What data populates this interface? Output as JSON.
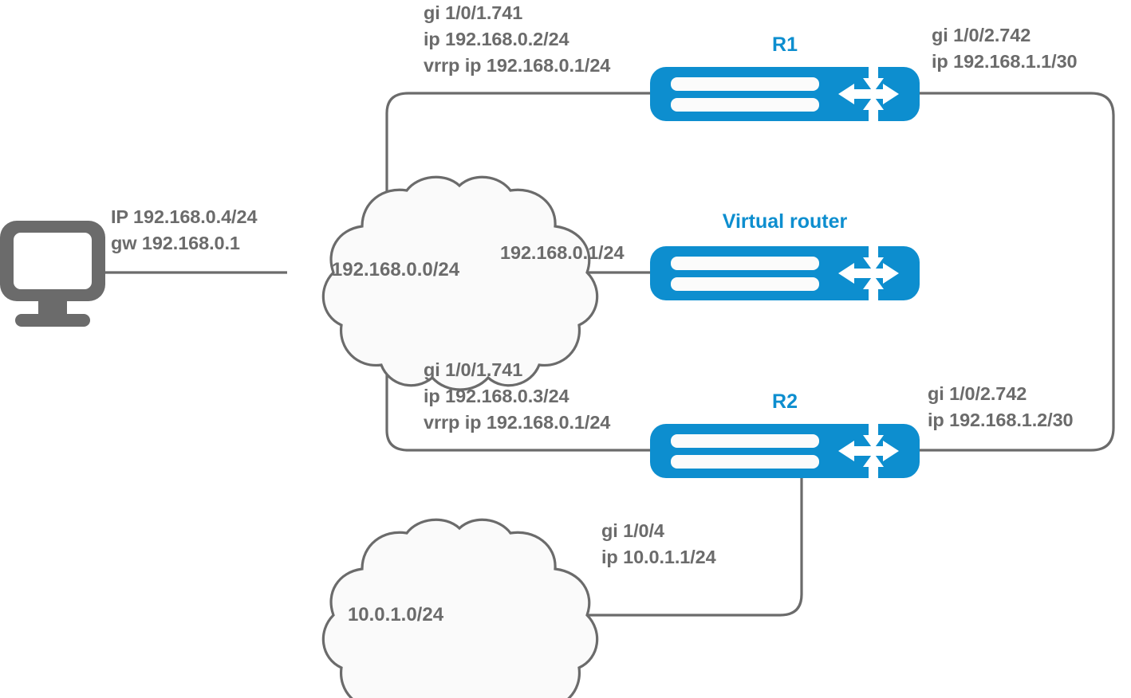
{
  "diagram": {
    "title": "VRRP network topology diagram",
    "colors": {
      "router_blue": "#0d8ecf",
      "line_gray": "#6b6b6b",
      "text_gray": "#6b6b6b",
      "cloud_fill": "#fafafa",
      "background": "#ffffff"
    }
  },
  "nodes": {
    "host": {
      "icon": "monitor-icon",
      "label_line1": "IP 192.168.0.4/24",
      "label_line2": "gw 192.168.0.1"
    },
    "cloud_lan": {
      "icon": "cloud-icon",
      "label": "192.168.0.0/24"
    },
    "cloud_remote": {
      "icon": "cloud-icon",
      "label": "10.0.1.0/24"
    },
    "router_r1": {
      "icon": "router-icon",
      "name": "R1"
    },
    "router_virtual": {
      "icon": "router-icon",
      "name": "Virtual router"
    },
    "router_r2": {
      "icon": "router-icon",
      "name": "R2"
    }
  },
  "labels": {
    "r1_left": {
      "line1": "gi 1/0/1.741",
      "line2": "ip 192.168.0.2/24",
      "line3": "vrrp ip 192.168.0.1/24"
    },
    "r1_right": {
      "line1": "gi 1/0/2.742",
      "line2": "ip 192.168.1.1/30"
    },
    "virtual_left": {
      "line1": "192.168.0.1/24"
    },
    "r2_left": {
      "line1": "gi 1/0/1.741",
      "line2": "ip 192.168.0.3/24",
      "line3": "vrrp ip 192.168.0.1/24"
    },
    "r2_right": {
      "line1": "gi 1/0/2.742",
      "line2": "ip 192.168.1.2/30"
    },
    "r2_bottom": {
      "line1": "gi 1/0/4",
      "line2": "ip 10.0.1.1/24"
    }
  }
}
